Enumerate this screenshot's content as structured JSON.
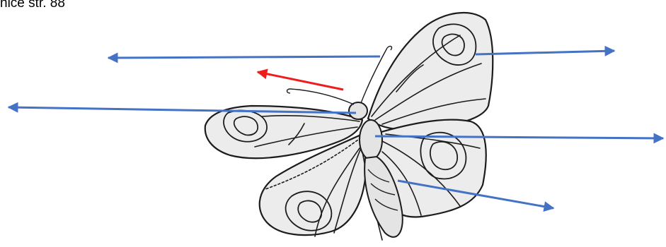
{
  "page_reference": "nice str. 88",
  "colors": {
    "pointer_arrow": "#4472c4",
    "highlight_arrow": "#ee1c1c",
    "outline": "#1c1c1c",
    "wing_fill": "#ececec"
  },
  "icons": [
    "butterfly-drawing",
    "label-pointer-arrow",
    "direction-arrow"
  ]
}
